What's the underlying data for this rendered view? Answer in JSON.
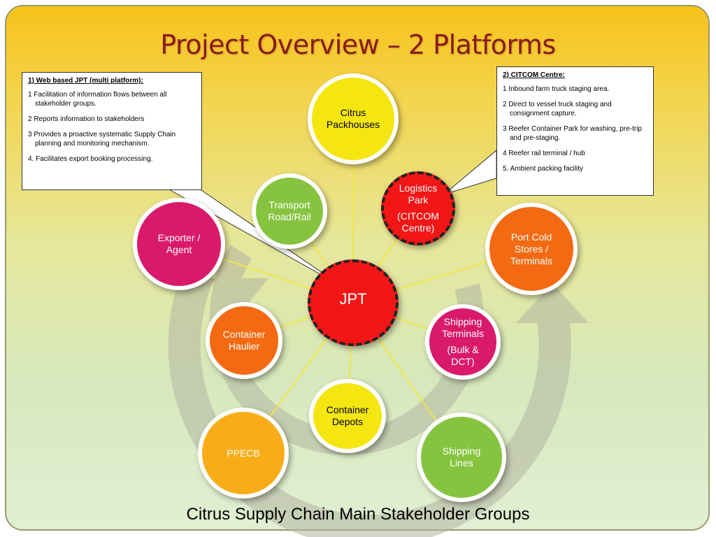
{
  "title": "Project Overview – 2 Platforms",
  "subtitle": "Citrus Supply Chain Main Stakeholder Groups",
  "colors": {
    "yellow": "#f5e611",
    "red": "#f21616",
    "green": "#86c440",
    "magenta": "#d91a6a",
    "orange": "#f36a12",
    "amber": "#f8ad18"
  },
  "nodes": {
    "citrus_packhouses": "Citrus Packhouses",
    "logistics_line1": "Logistics Park",
    "logistics_line2": "(CITCOM Centre)",
    "transport": "Transport Road/Rail",
    "exporter": "Exporter / Agent",
    "port_cold": "Port Cold Stores / Terminals",
    "jpt": "JPT",
    "shipping_terminals_line1": "Shipping Terminals",
    "shipping_terminals_line2": "(Bulk & DCT)",
    "container_haulier": "Container Haulier",
    "container_depots": "Container Depots",
    "ppecb": "PPECB",
    "shipping_lines": "Shipping Lines"
  },
  "box_left": {
    "heading": "1) Web based JPT (multi platform):",
    "items": [
      "1 Facilitation of information flows between all stakeholder groups.",
      "2 Reports information to stakeholders",
      "3 Provides a proactive systematic Supply Chain planning and monitoring mechanism.",
      "4. Facilitates export booking processing."
    ]
  },
  "box_right": {
    "heading": "2) CITCOM Centre:",
    "items": [
      "1 Inbound farm truck staging area.",
      "2 Direct to vessel truck staging and consignment capture.",
      "3 Reefer Container Park for washing, pre-trip and pre-staging.",
      "4 Reefer rail terminal / hub",
      "5. Ambient packing facility"
    ]
  }
}
